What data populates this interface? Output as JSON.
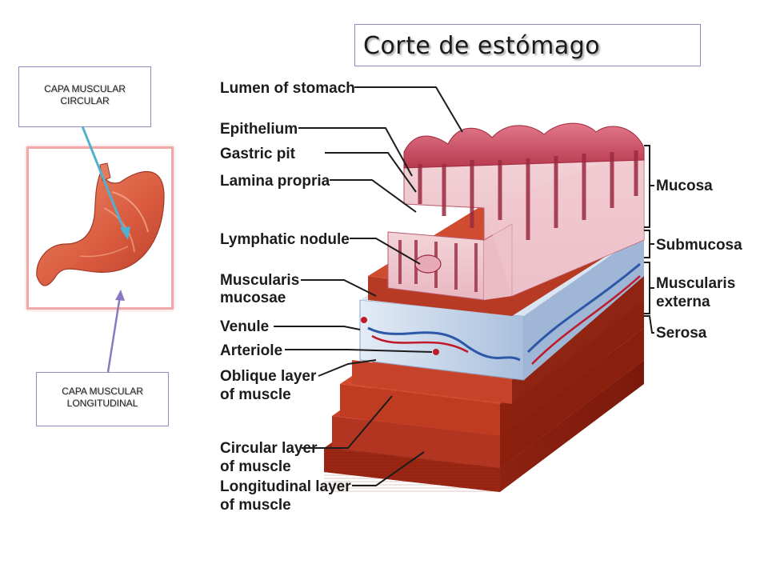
{
  "title": "Corte de estómago",
  "callouts": {
    "circular": [
      "CAPA MUSCULAR",
      "CIRCULAR"
    ],
    "longitudinal": [
      "CAPA MUSCULAR",
      "LONGITUDINAL"
    ]
  },
  "left_labels": {
    "lumen": "Lumen of stomach",
    "epithelium": "Epithelium",
    "gastric_pit": "Gastric pit",
    "lamina_propria": "Lamina propria",
    "lymphatic_nodule": "Lymphatic nodule",
    "muscularis_mucosae": [
      "Muscularis",
      "mucosae"
    ],
    "venule": "Venule",
    "arteriole": "Arteriole",
    "oblique": [
      "Oblique layer",
      "of muscle"
    ],
    "circular": [
      "Circular layer",
      "of muscle"
    ],
    "longitudinal": [
      "Longitudinal layer",
      "of muscle"
    ]
  },
  "right_labels": {
    "mucosa": "Mucosa",
    "submucosa": "Submucosa",
    "muscularis_externa": [
      "Muscularis",
      "externa"
    ],
    "serosa": "Serosa"
  },
  "colors": {
    "title_border": "#9a86c2",
    "stomach_frame": "#f1a8a8",
    "arrow_circular": "#4fb1cf",
    "arrow_longitudinal": "#8c78c0",
    "mucosa": "#d55b6e",
    "muscle": "#b8311c",
    "submucosa": "#c8d8ec"
  }
}
